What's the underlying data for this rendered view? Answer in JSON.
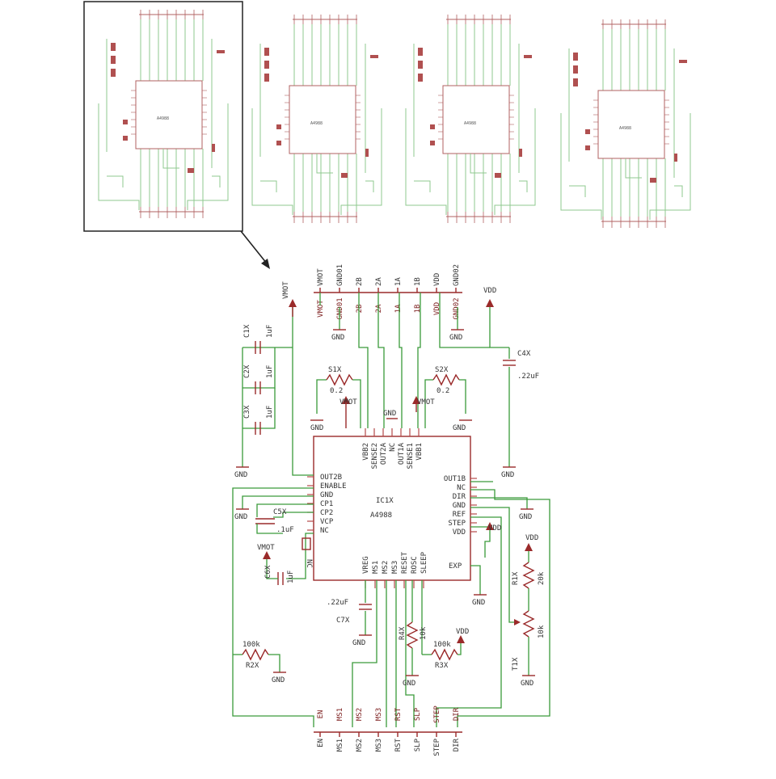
{
  "overview": {
    "boards": 4,
    "thumb_labels": [
      "A4988",
      "A4988",
      "A4988",
      "A4988"
    ]
  },
  "ic": {
    "ref": "IC1X",
    "part": "A4988",
    "left_pins": [
      "OUT2B",
      "ENABLE",
      "GND",
      "CP1",
      "CP2",
      "VCP",
      "NC"
    ],
    "right_pins": [
      "OUT1B",
      "NC",
      "DIR",
      "GND",
      "REF",
      "STEP",
      "VDD"
    ],
    "top_pins": [
      "VBB2",
      "SENSE2",
      "OUT2A",
      "NC",
      "OUT1A",
      "SENSE1",
      "VBB1"
    ],
    "bottom_pins": [
      "VREG",
      "MS1",
      "MS2",
      "MS3",
      "RESET",
      "ROSC",
      "SLEEP"
    ],
    "exp_label": "EXP",
    "nc_side": "NC"
  },
  "top_header": {
    "labels": [
      "VMOT",
      "GND01",
      "2B",
      "2A",
      "1A",
      "1B",
      "VDD",
      "GND02"
    ]
  },
  "bottom_header": {
    "labels": [
      "EN",
      "MS1",
      "MS2",
      "MS3",
      "RST",
      "SLP",
      "STEP",
      "DIR"
    ]
  },
  "components": {
    "c1": {
      "ref": "C1X",
      "value": "1uF"
    },
    "c2": {
      "ref": "C2X",
      "value": "1uF"
    },
    "c3": {
      "ref": "C3X",
      "value": "1uF"
    },
    "c4": {
      "ref": "C4X",
      "value": ".22uF"
    },
    "c5": {
      "ref": "C5X",
      "value": ".1uF"
    },
    "c6": {
      "ref": "C6X",
      "value": "1uF"
    },
    "c7": {
      "ref": "C7X",
      "value": ".22uF"
    },
    "s1": {
      "ref": "S1X",
      "value": "0.2"
    },
    "s2": {
      "ref": "S2X",
      "value": "0.2"
    },
    "r1": {
      "ref": "R1X",
      "value": "20k"
    },
    "r2": {
      "ref": "R2X",
      "value": "100k"
    },
    "r3": {
      "ref": "R3X",
      "value": "100k"
    },
    "r4": {
      "ref": "R4X",
      "value": "10k"
    },
    "t1": {
      "ref": "T1X",
      "value": "10k"
    }
  },
  "nets": {
    "vmot": "VMOT",
    "vdd": "VDD",
    "gnd": "GND"
  }
}
